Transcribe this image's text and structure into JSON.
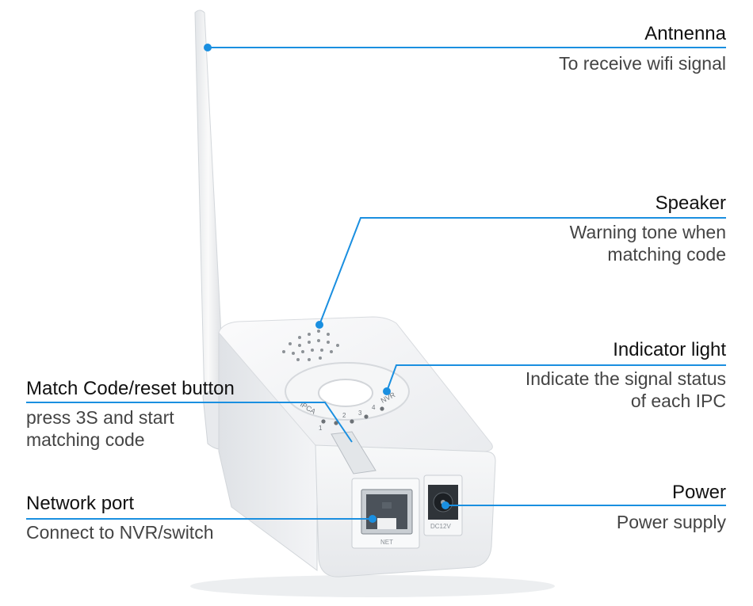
{
  "callouts": {
    "antenna": {
      "title": "Antnenna",
      "lines": [
        "To receive wifi signal"
      ]
    },
    "speaker": {
      "title": "Speaker",
      "lines": [
        "Warning tone when",
        "matching code"
      ]
    },
    "indicator": {
      "title": "Indicator light",
      "lines": [
        "Indicate the signal status",
        "of each IPC"
      ]
    },
    "match": {
      "title": "Match Code/reset button",
      "lines": [
        "press 3S and start",
        "matching code"
      ]
    },
    "network": {
      "title": "Network port",
      "lines": [
        "Connect to NVR/switch"
      ]
    },
    "power": {
      "title": "Power",
      "lines": [
        "Power supply"
      ]
    }
  },
  "device_marks": {
    "ring_label": "IPCA",
    "nvr_label": "NVR",
    "led_numbers": [
      "1",
      "2",
      "3",
      "4"
    ],
    "net_label": "NET",
    "dc_label": "DC12V"
  },
  "colors": {
    "accent": "#1a8fe0",
    "device": "#f4f5f6",
    "text": "#111111",
    "subtext": "#444444"
  }
}
